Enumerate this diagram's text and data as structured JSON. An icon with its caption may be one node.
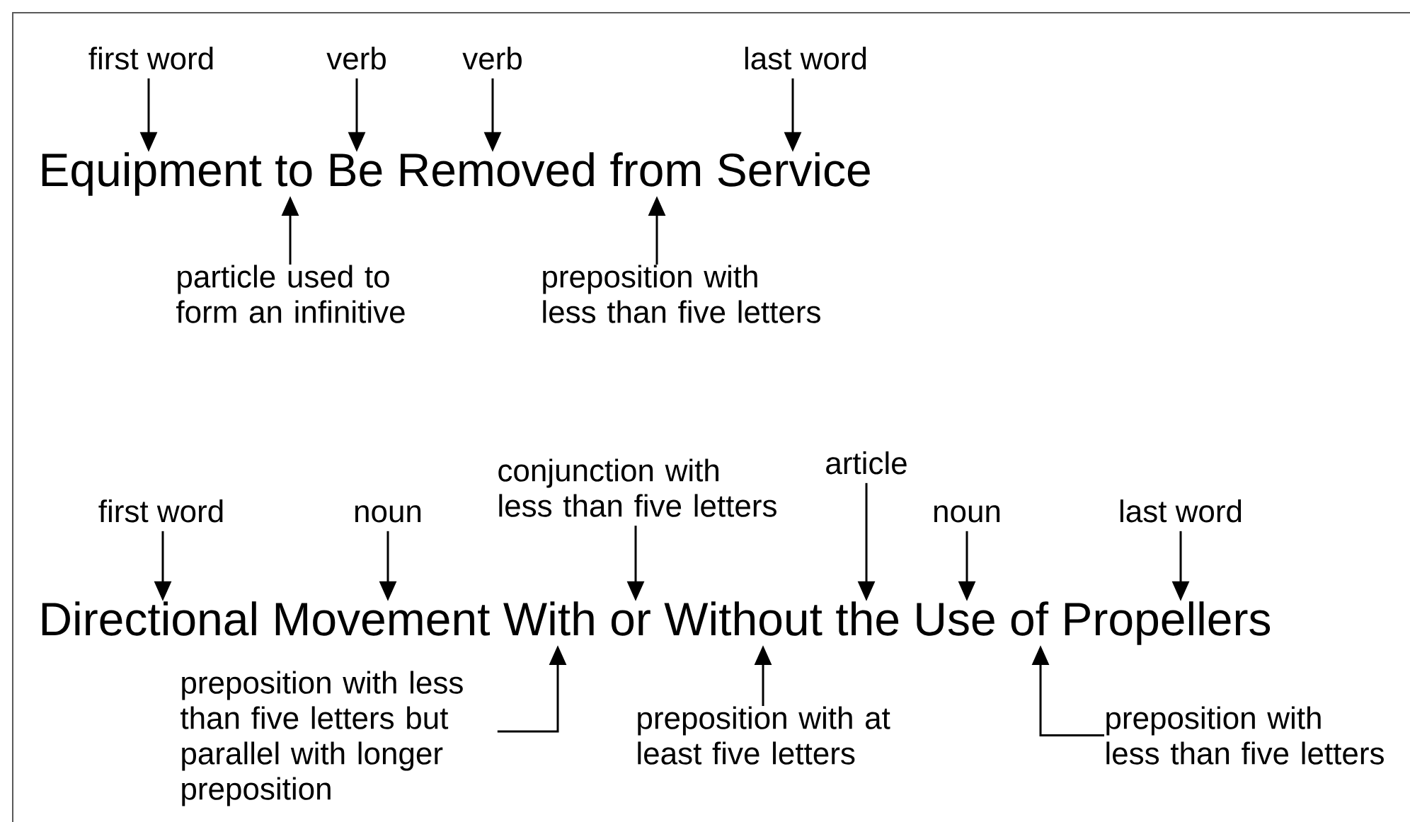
{
  "diagram": {
    "nodes": [
      {
        "text": [
          "Equipment to Be Removed from Service"
        ]
      },
      {
        "text": [
          "first word"
        ]
      },
      {
        "text": [
          "verb"
        ]
      },
      {
        "text": [
          "verb"
        ]
      },
      {
        "text": [
          "last word"
        ]
      },
      {
        "text": [
          "particle used to form an infinitive"
        ]
      },
      {
        "text": [
          "preposition with less than five letters"
        ]
      },
      {
        "text": [
          "Directional Movement With or Without the Use of Propellers"
        ]
      },
      {
        "text": [
          "first word"
        ]
      },
      {
        "text": [
          "noun"
        ]
      },
      {
        "text": [
          "conjunction with less than five letters"
        ]
      },
      {
        "text": [
          "article"
        ]
      },
      {
        "text": [
          "noun"
        ]
      },
      {
        "text": [
          "last word"
        ]
      },
      {
        "text": [
          "preposition with less than five letters but parallel with longer preposition"
        ]
      },
      {
        "text": [
          "preposition with at least five letters"
        ]
      },
      {
        "text": [
          "preposition with less than five letters"
        ]
      }
    ],
    "edges": [
      {
        "from": 1,
        "to": 0,
        "arrow": "to"
      },
      {
        "from": 2,
        "to": 0,
        "arrow": "to"
      },
      {
        "from": 3,
        "to": 0,
        "arrow": "to"
      },
      {
        "from": 4,
        "to": 0,
        "arrow": "to"
      },
      {
        "from": 5,
        "to": 0,
        "arrow": "to"
      },
      {
        "from": 6,
        "to": 0,
        "arrow": "to"
      },
      {
        "from": 8,
        "to": 7,
        "arrow": "to"
      },
      {
        "from": 9,
        "to": 7,
        "arrow": "to"
      },
      {
        "from": 10,
        "to": 7,
        "arrow": "to"
      },
      {
        "from": 11,
        "to": 7,
        "arrow": "to"
      },
      {
        "from": 12,
        "to": 7,
        "arrow": "to"
      },
      {
        "from": 13,
        "to": 7,
        "arrow": "to"
      },
      {
        "from": 14,
        "to": 7,
        "arrow": "to"
      },
      {
        "from": 15,
        "to": 7,
        "arrow": "to"
      },
      {
        "from": 16,
        "to": 7,
        "arrow": "to"
      }
    ]
  }
}
